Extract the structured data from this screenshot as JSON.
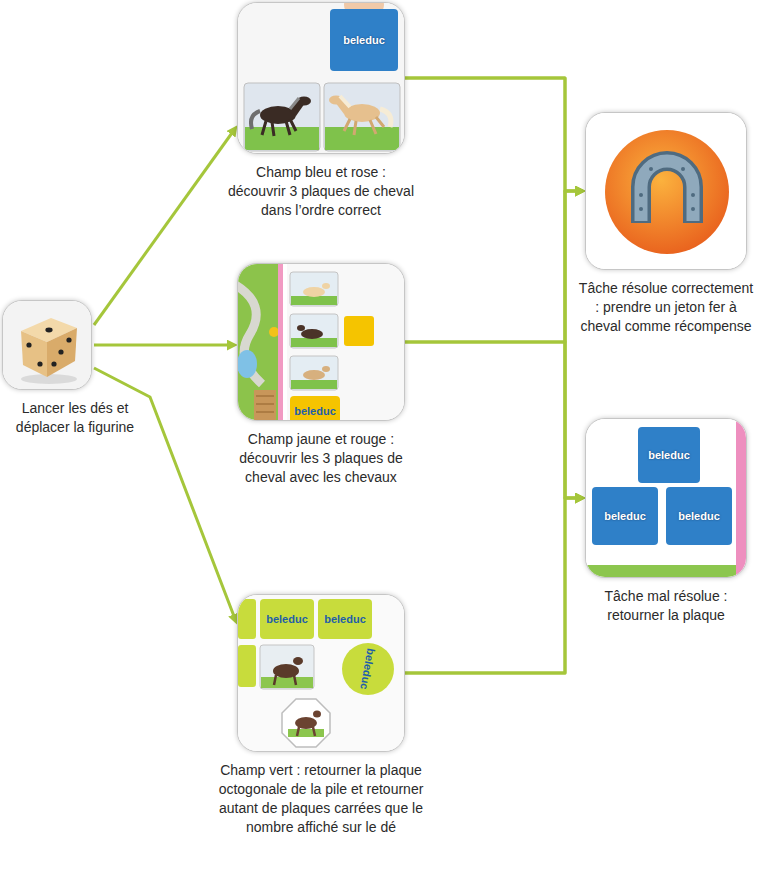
{
  "diagram": {
    "nodes": [
      {
        "text": [
          "Lancer les dés et déplacer la figurine"
        ]
      },
      {
        "text": [
          "Champ bleu et rose : découvrir 3 plaques de cheval dans l’ordre correct"
        ]
      },
      {
        "text": [
          "Champ jaune et rouge : découvrir les 3 plaques de cheval avec les chevaux"
        ]
      },
      {
        "text": [
          "Champ vert : retourner la plaque octogonale de la pile et retourner autant de plaques carrées que le nombre affiché sur le dé"
        ]
      },
      {
        "text": [
          "Tâche résolue correctement : prendre un jeton fer à cheval comme récompense"
        ]
      },
      {
        "text": [
          "Tâche mal résolue : retourner la plaque"
        ]
      }
    ],
    "edges": [
      {
        "from": 0,
        "to": 1,
        "arrow": "to"
      },
      {
        "from": 0,
        "to": 2,
        "arrow": "to"
      },
      {
        "from": 0,
        "to": 3,
        "arrow": "to"
      },
      {
        "from": 1,
        "to": 4,
        "arrow": "to"
      },
      {
        "from": 1,
        "to": 5,
        "arrow": "to"
      },
      {
        "from": 2,
        "to": 4,
        "arrow": "to"
      },
      {
        "from": 2,
        "to": 5,
        "arrow": "to"
      },
      {
        "from": 3,
        "to": 4,
        "arrow": "to"
      },
      {
        "from": 3,
        "to": 5,
        "arrow": "to"
      }
    ],
    "labels": [
      "beleduc",
      "beleduc",
      "beleduc",
      "beleduc",
      "beleduc",
      "beleduc",
      "beleduc",
      "beleduc"
    ]
  }
}
